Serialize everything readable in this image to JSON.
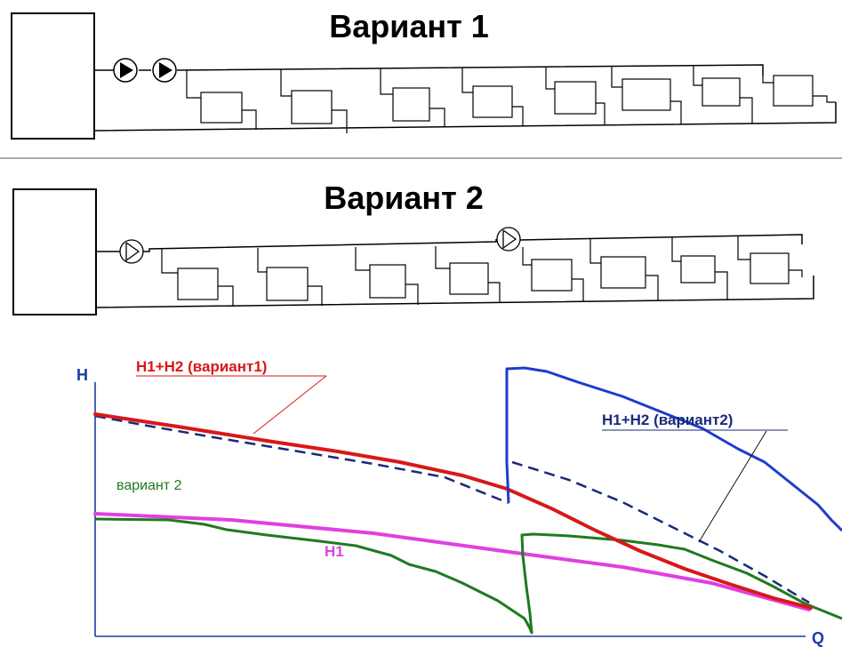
{
  "variant1": {
    "title": "Вариант 1",
    "pump_count": 2,
    "radiator_count": 8
  },
  "variant2": {
    "title": "Вариант 2",
    "pump_count": 2,
    "radiator_count": 8
  },
  "chart": {
    "axis_y_label": "H",
    "axis_x_label": "Q",
    "labels": {
      "sum_variant1": "H1+H2 (вариант1)",
      "sum_variant2": "H1+H2 (вариант2)",
      "variant2": "вариант 2",
      "h1": "H1"
    },
    "colors": {
      "sum_variant1": "#d81818",
      "sum_variant2": "#1d3ccd",
      "variant2_curve": "#1f7a1f",
      "h1": "#e040e0",
      "axis": "#1a3aa8"
    }
  }
}
